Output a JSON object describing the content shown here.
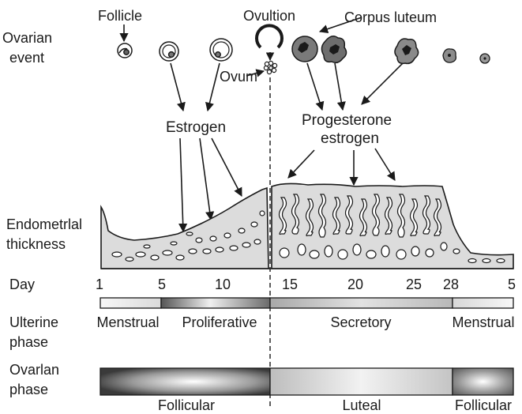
{
  "labels": {
    "ovarian_event": [
      "Ovarian",
      "event"
    ],
    "follicle": "Follicle",
    "ovulation": "Ovultion",
    "corpus_luteum": "Corpus luteum",
    "ovum": "Ovum",
    "estrogen": "Estrogen",
    "progesterone": "Progesterone",
    "progesterone_estrogen": "estrogen",
    "endometrial": [
      "Endometrlal",
      "thickness"
    ],
    "day": "Day",
    "uterine_phase": [
      "Ulterine",
      "phase"
    ],
    "ovarian_phase": [
      "Ovarlan",
      "phase"
    ]
  },
  "days": [
    "1",
    "5",
    "10",
    "15",
    "20",
    "25",
    "28",
    "5"
  ],
  "uterine_phases": [
    "Menstrual",
    "Proliferative",
    "Secretory",
    "Menstrual"
  ],
  "ovarian_phases": [
    "Follicular",
    "Luteal",
    "Follicular"
  ],
  "colors": {
    "line": "#1a1a1a",
    "tissue": "#dcdcdc",
    "follicle_dark": "#6e6e6e"
  },
  "icons": [
    "follicle-icon",
    "ovulation-icon",
    "ovum-icon",
    "corpus-luteum-icon"
  ]
}
